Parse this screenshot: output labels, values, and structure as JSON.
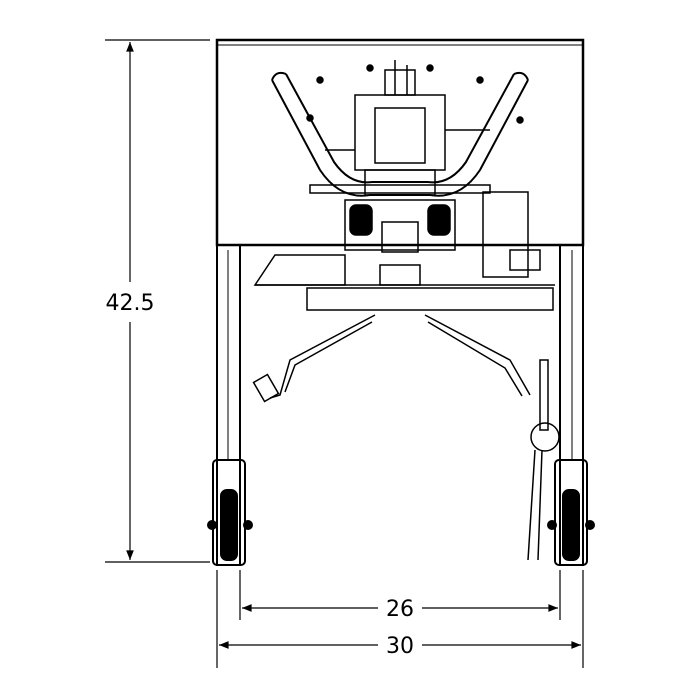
{
  "dimensions": {
    "height": "42.5",
    "inner_width": "26",
    "outer_width": "30"
  },
  "colors": {
    "line": "#000000",
    "background": "#ffffff"
  }
}
